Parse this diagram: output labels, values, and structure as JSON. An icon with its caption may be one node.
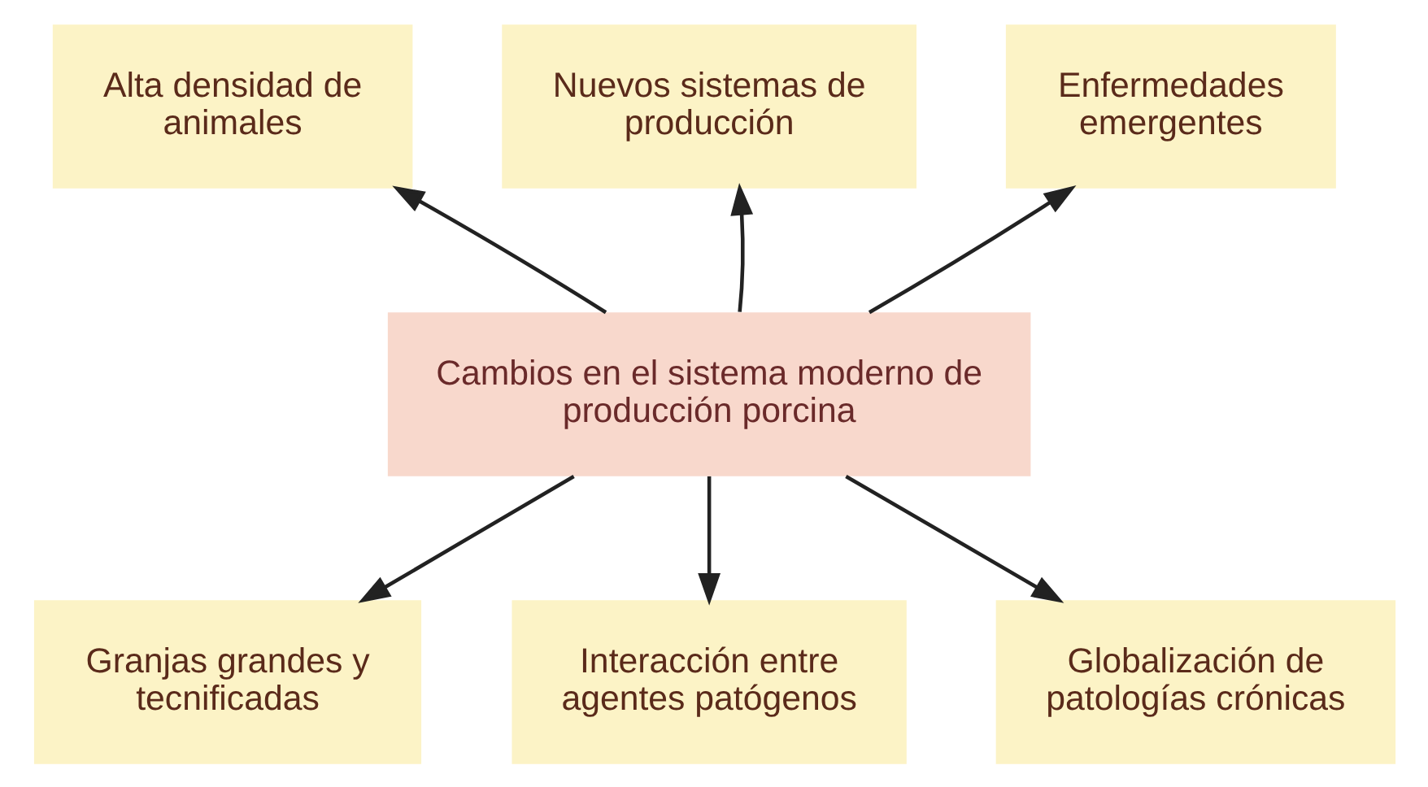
{
  "diagram": {
    "nodes": [
      {
        "text": [
          "Alta densidad de animales"
        ]
      },
      {
        "text": [
          "Nuevos sistemas de producción"
        ]
      },
      {
        "text": [
          "Enfermedades emergentes"
        ]
      },
      {
        "text": [
          "Cambios en el sistema moderno de producción porcina"
        ]
      },
      {
        "text": [
          "Granjas grandes y tecnificadas"
        ]
      },
      {
        "text": [
          "Interacción entre agentes patógenos"
        ]
      },
      {
        "text": [
          "Globalización de patologías crónicas"
        ]
      }
    ],
    "edges": [
      {
        "from": 3,
        "to": 0,
        "arrow": "to"
      },
      {
        "from": 3,
        "to": 1,
        "arrow": "to"
      },
      {
        "from": 3,
        "to": 2,
        "arrow": "to"
      },
      {
        "from": 3,
        "to": 4,
        "arrow": "to"
      },
      {
        "from": 3,
        "to": 5,
        "arrow": "to"
      },
      {
        "from": 3,
        "to": 6,
        "arrow": "to"
      }
    ]
  }
}
